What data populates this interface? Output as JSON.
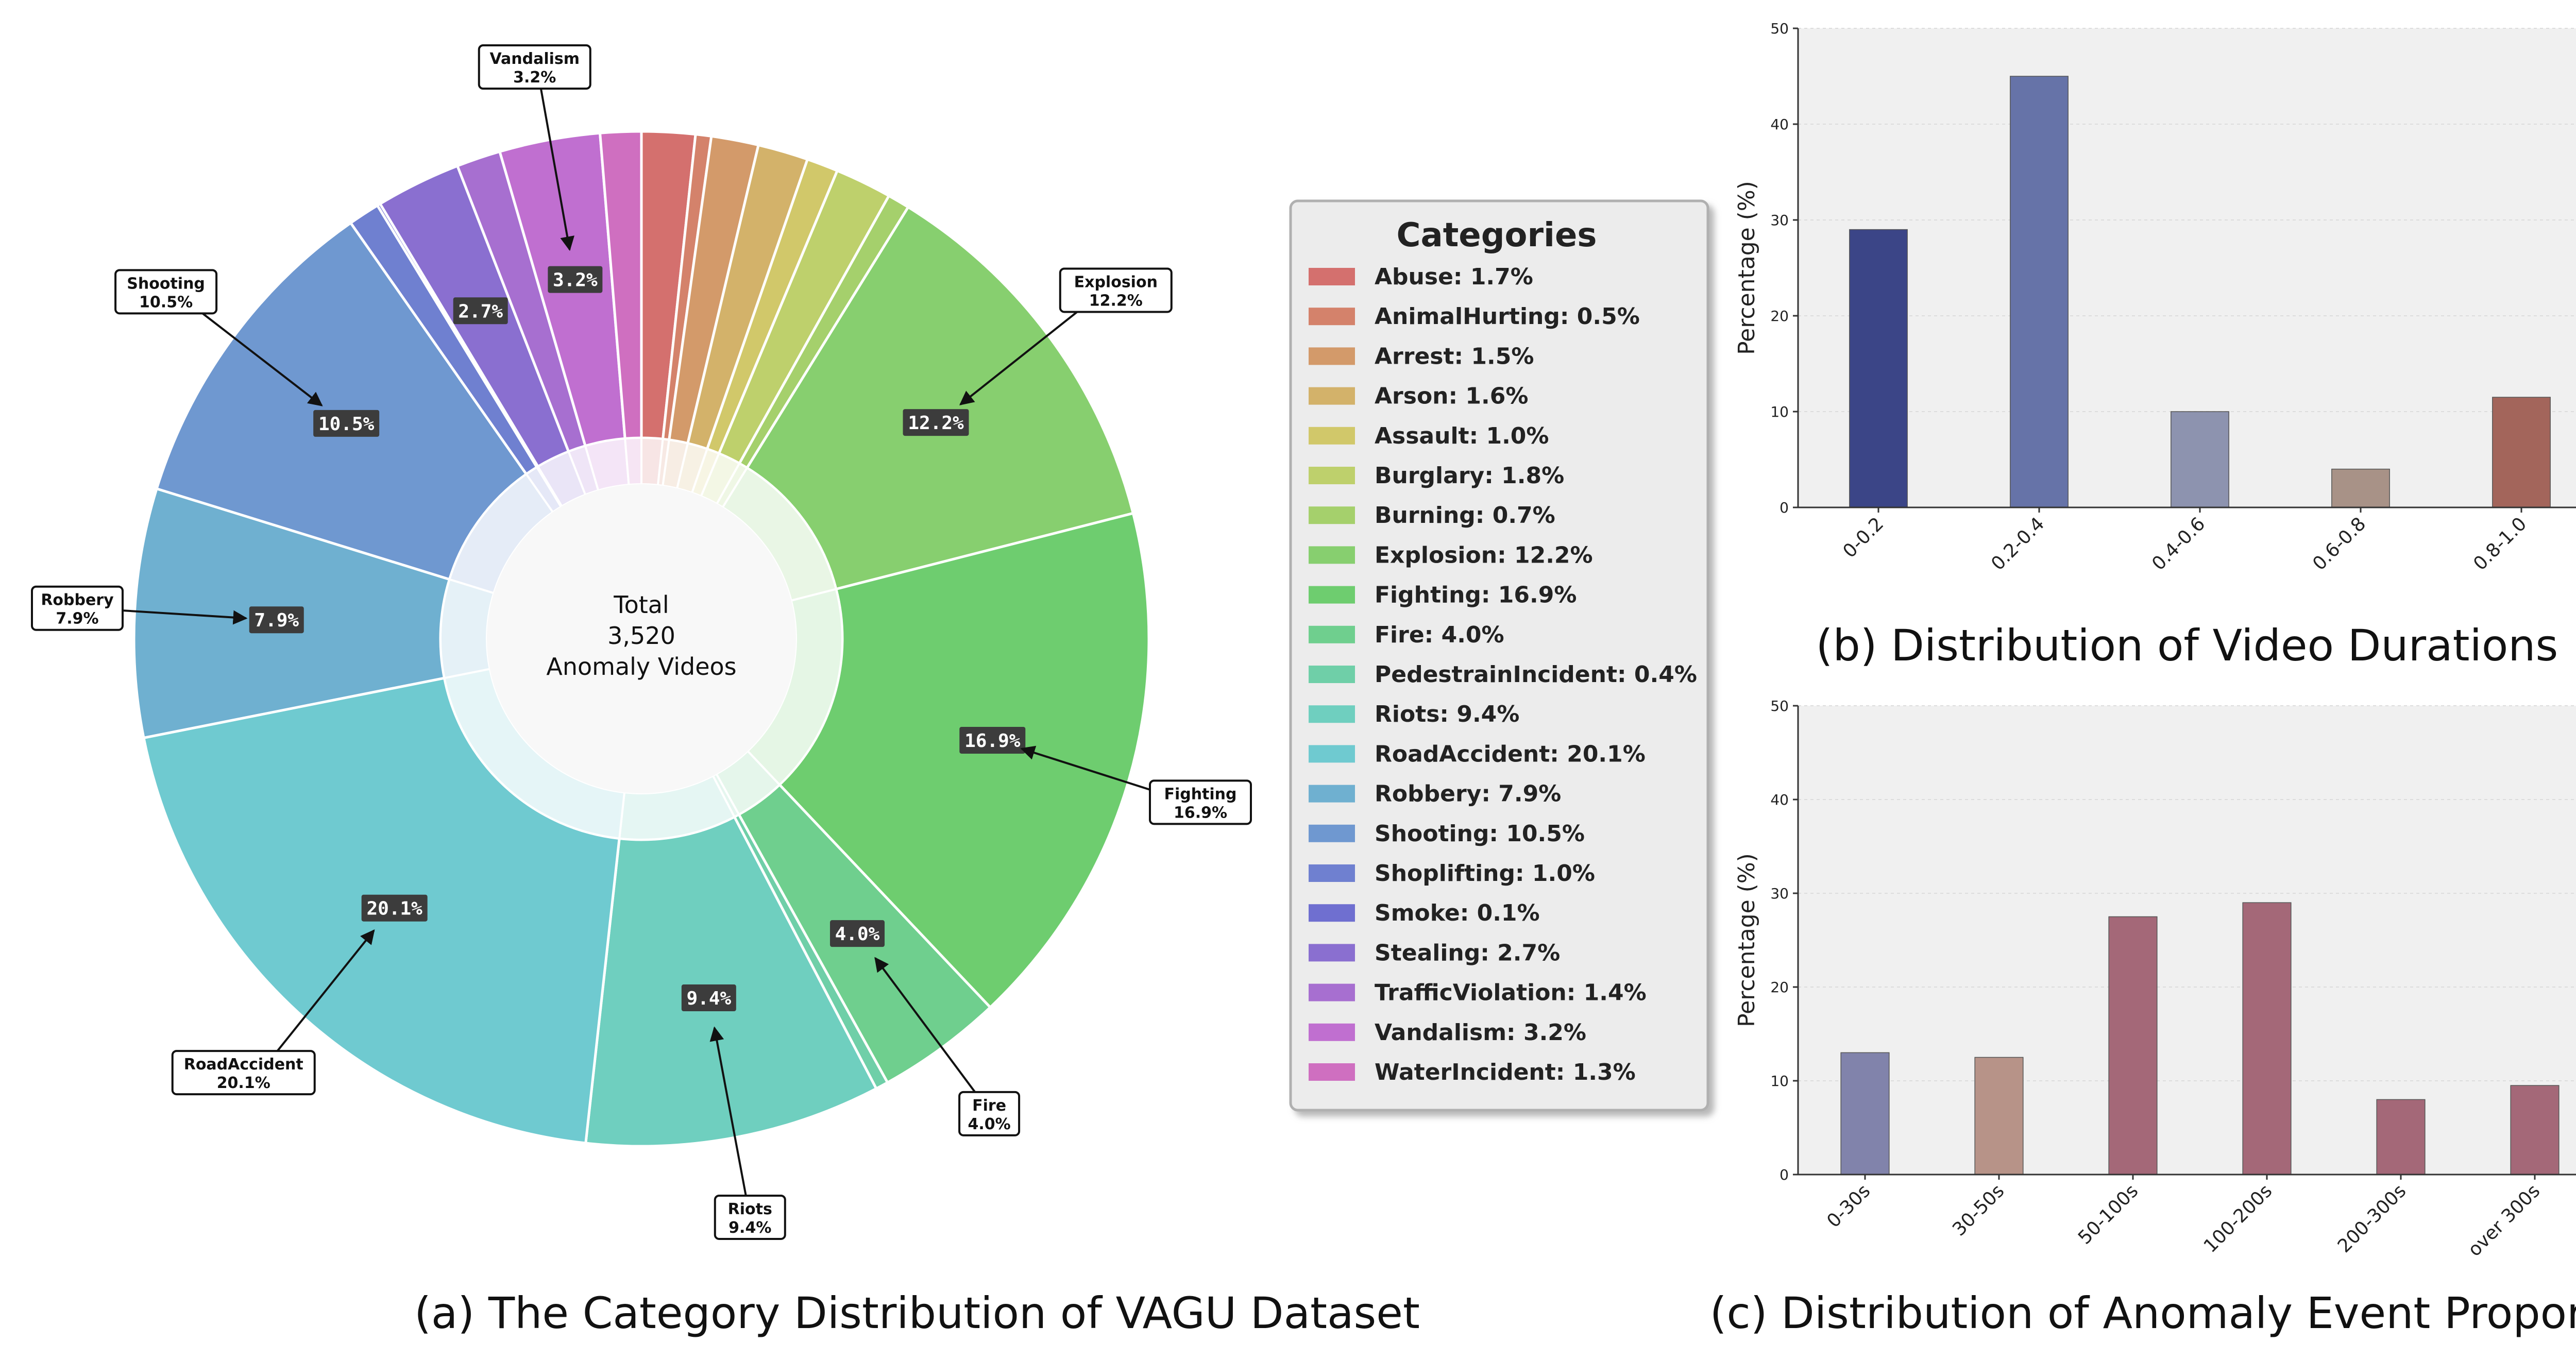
{
  "chart_data": [
    {
      "type": "pie",
      "variant": "donut",
      "center_label": {
        "line1": "Total",
        "line2": "3,520",
        "line3": "Anomaly Videos"
      },
      "caption": "(a) The Category Distribution of VAGU Dataset",
      "legend_title": "Categories",
      "slices": [
        {
          "name": "Abuse",
          "value": 1.7,
          "color": "#d4706e"
        },
        {
          "name": "AnimalHurting",
          "value": 0.5,
          "color": "#d4826b"
        },
        {
          "name": "Arrest",
          "value": 1.5,
          "color": "#d39a6a"
        },
        {
          "name": "Arson",
          "value": 1.6,
          "color": "#d3b26a"
        },
        {
          "name": "Assault",
          "value": 1.0,
          "color": "#d1c86a"
        },
        {
          "name": "Burglary",
          "value": 1.8,
          "color": "#bed06c"
        },
        {
          "name": "Burning",
          "value": 0.7,
          "color": "#a5d06c"
        },
        {
          "name": "Explosion",
          "value": 12.2,
          "color": "#87cf6f"
        },
        {
          "name": "Fighting",
          "value": 16.9,
          "color": "#6ecd6f"
        },
        {
          "name": "Fire",
          "value": 4.0,
          "color": "#6fcf8e"
        },
        {
          "name": "PedestrainIncident",
          "value": 0.4,
          "color": "#6fcfa8"
        },
        {
          "name": "Riots",
          "value": 9.4,
          "color": "#6fcfbf"
        },
        {
          "name": "RoadAccident",
          "value": 20.1,
          "color": "#6fcad0"
        },
        {
          "name": "Robbery",
          "value": 7.9,
          "color": "#6fb0d0"
        },
        {
          "name": "Shooting",
          "value": 10.5,
          "color": "#6f98d0"
        },
        {
          "name": "Shoplifting",
          "value": 1.0,
          "color": "#6f80d0"
        },
        {
          "name": "Smoke",
          "value": 0.1,
          "color": "#6f6fd0"
        },
        {
          "name": "Stealing",
          "value": 2.7,
          "color": "#8a6fd0"
        },
        {
          "name": "TrafficViolation",
          "value": 1.4,
          "color": "#a76fd0"
        },
        {
          "name": "Vandalism",
          "value": 3.2,
          "color": "#c06fd0"
        },
        {
          "name": "WaterIncident",
          "value": 1.3,
          "color": "#cf6fc0"
        }
      ],
      "inner_badges": [
        {
          "category": "Vandalism",
          "text": "3.2%"
        },
        {
          "category": "Stealing",
          "text": "2.7%"
        },
        {
          "category": "Explosion",
          "text": "12.2%"
        },
        {
          "category": "Shooting",
          "text": "10.5%"
        },
        {
          "category": "Robbery",
          "text": "7.9%"
        },
        {
          "category": "Fighting",
          "text": "16.9%"
        },
        {
          "category": "Fire",
          "text": "4.0%"
        },
        {
          "category": "Riots",
          "text": "9.4%"
        },
        {
          "category": "RoadAccident",
          "text": "20.1%"
        }
      ],
      "callouts": [
        {
          "category": "Vandalism",
          "name": "Vandalism",
          "pct": "3.2%"
        },
        {
          "category": "Explosion",
          "name": "Explosion",
          "pct": "12.2%"
        },
        {
          "category": "Shooting",
          "name": "Shooting",
          "pct": "10.5%"
        },
        {
          "category": "Robbery",
          "name": "Robbery",
          "pct": "7.9%"
        },
        {
          "category": "Fighting",
          "name": "Fighting",
          "pct": "16.9%"
        },
        {
          "category": "Fire",
          "name": "Fire",
          "pct": "4.0%"
        },
        {
          "category": "Riots",
          "name": "Riots",
          "pct": "9.4%"
        },
        {
          "category": "RoadAccident",
          "name": "RoadAccident",
          "pct": "20.1%"
        }
      ]
    },
    {
      "type": "bar",
      "caption": "(b) Distribution of Video Durations",
      "ylabel": "Percentage (%)",
      "xlabel": "",
      "ylim": [
        0,
        50
      ],
      "yticks": [
        0,
        10,
        20,
        30,
        40,
        50
      ],
      "grid": true,
      "categories": [
        "0-0.2",
        "0.2-0.4",
        "0.4-0.6",
        "0.6-0.8",
        "0.8-1.0"
      ],
      "values": [
        29,
        45,
        10,
        4,
        11.5
      ],
      "colors": [
        "#3b4587",
        "#6673a8",
        "#8d93af",
        "#a89287",
        "#a3655b"
      ]
    },
    {
      "type": "bar",
      "caption": "(c) Distribution of Anomaly Event Proportions",
      "ylabel": "Percentage (%)",
      "xlabel": "",
      "ylim": [
        0,
        50
      ],
      "yticks": [
        0,
        10,
        20,
        30,
        40,
        50
      ],
      "grid": true,
      "categories": [
        "0-30s",
        "30-50s",
        "50-100s",
        "100-200s",
        "200-300s",
        "over 300s"
      ],
      "values": [
        13,
        12.5,
        27.5,
        29,
        8,
        9.5
      ],
      "colors": [
        "#8183ab",
        "#b79388",
        "#a46878",
        "#a46878",
        "#a46878",
        "#a46878"
      ]
    }
  ]
}
